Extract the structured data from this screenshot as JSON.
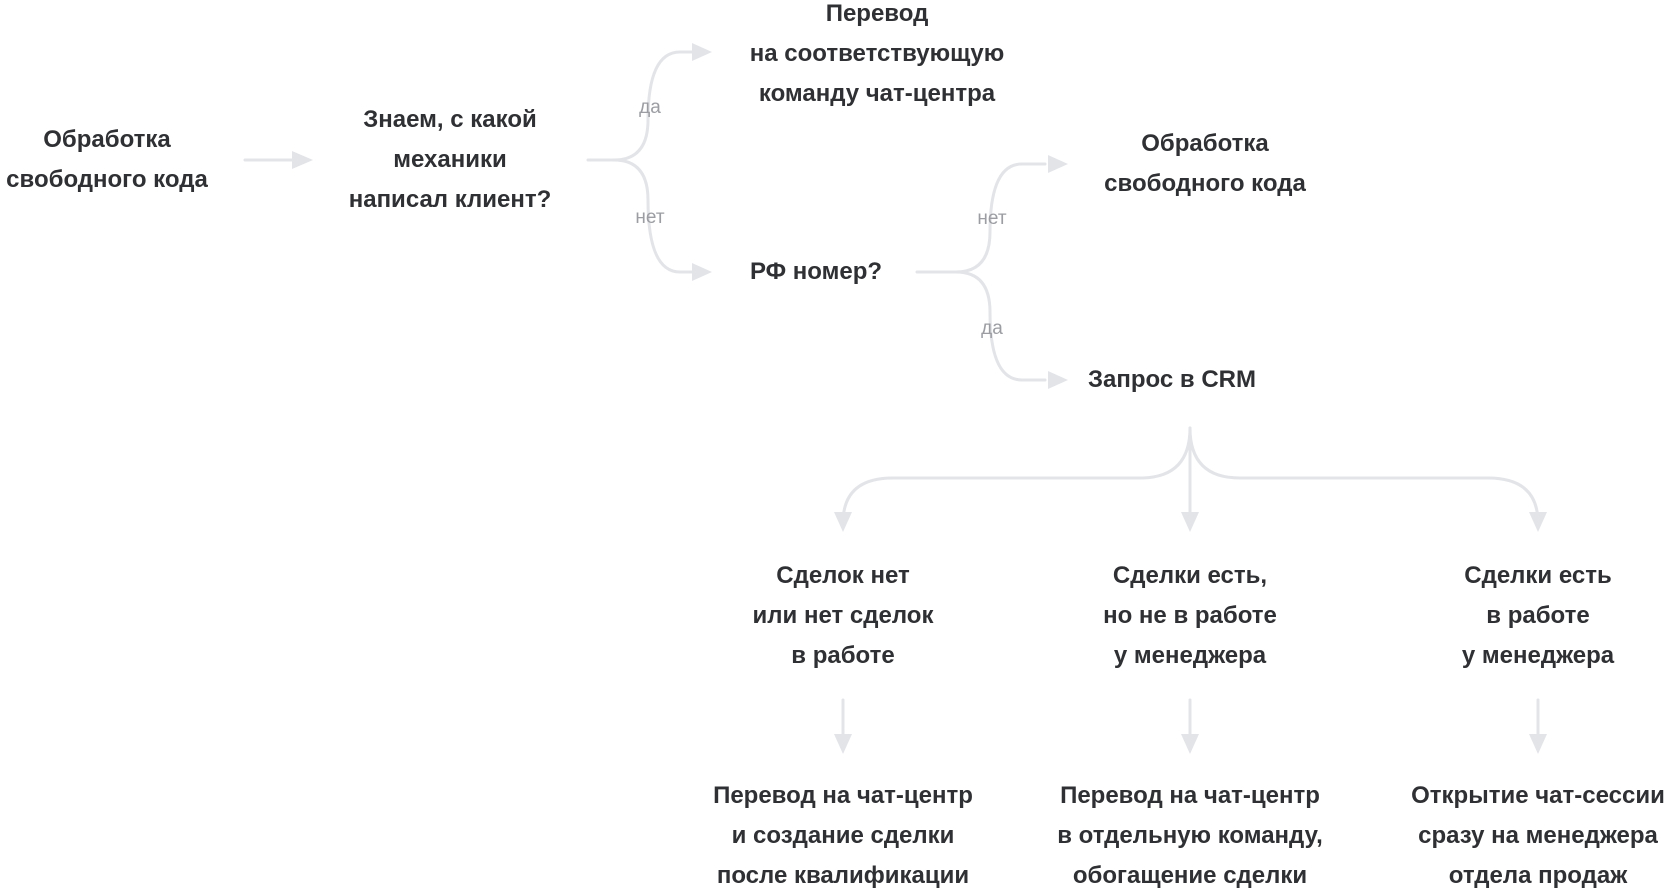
{
  "colors": {
    "connector": "#e2e4e8",
    "text": "#2f3033",
    "edge_label": "#9b9da2"
  },
  "nodes": {
    "start": [
      "Обработка",
      "свободного кода"
    ],
    "decision_mechanic": [
      "Знаем, с какой",
      "механики",
      "написал клиент?"
    ],
    "transfer_team": [
      "Перевод",
      "на соответствующую",
      "команду чат-центра"
    ],
    "decision_rf": [
      "РФ номер?"
    ],
    "free_code_2": [
      "Обработка",
      "свободного кода"
    ],
    "crm_request": [
      "Запрос в CRM"
    ],
    "case_no_deals": [
      "Сделок нет",
      "или нет сделок",
      "в работе"
    ],
    "case_not_in_work": [
      "Сделки есть,",
      "но не в работе",
      "у менеджера"
    ],
    "case_in_work": [
      "Сделки есть",
      "в работе",
      "у менеджера"
    ],
    "outcome_create_deal": [
      "Перевод на чат-центр",
      "и создание сделки",
      "после квалификации"
    ],
    "outcome_separate_team": [
      "Перевод на чат-центр",
      "в отдельную команду,",
      "обогащение сделки"
    ],
    "outcome_manager_session": [
      "Открытие чат-сессии",
      "сразу на менеджера",
      "отдела продаж"
    ]
  },
  "edge_labels": {
    "mechanic_yes": "да",
    "mechanic_no": "нет",
    "rf_no": "нет",
    "rf_yes": "да"
  }
}
